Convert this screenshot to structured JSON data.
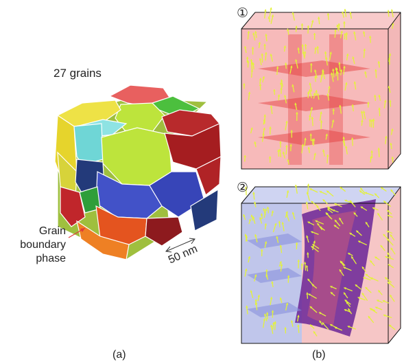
{
  "panel_a": {
    "grains_label": "27 grains",
    "boundary_label_lines": [
      "Grain",
      "boundary",
      "phase"
    ],
    "scale_label": "50 nm",
    "caption": "(a)"
  },
  "panel_b": {
    "marker_1": "①",
    "marker_2": "②",
    "caption": "(b)"
  },
  "colors": {
    "top_red": "#e8605f",
    "green": "#4cbf3e",
    "lime": "#bde43c",
    "yellow": "#e6d42c",
    "cyan": "#6fd6d6",
    "dark_red": "#a51d20",
    "blue": "#4252c8",
    "navy": "#233a7a",
    "orange": "#ee8024",
    "arrow_yellow": "#e4f23a"
  }
}
